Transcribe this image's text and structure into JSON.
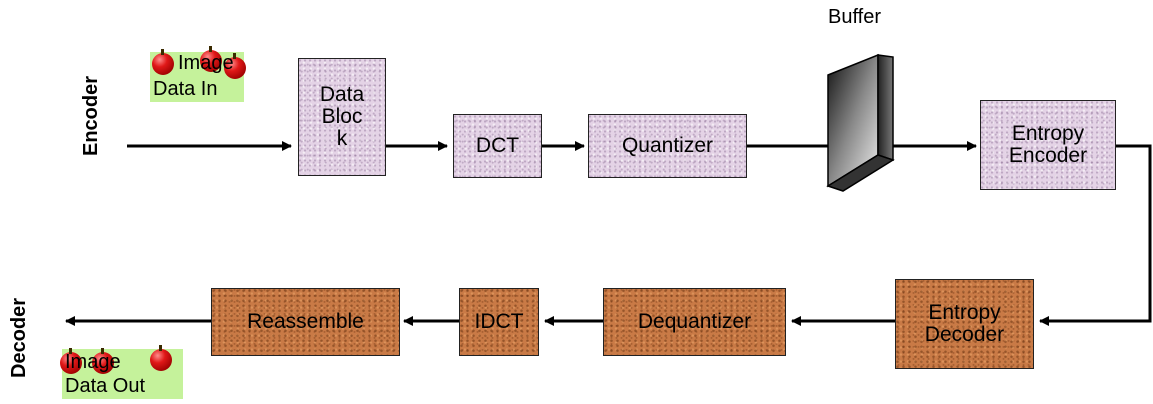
{
  "encoder": {
    "label": "Encoder",
    "input_label_line1": "Image",
    "input_label_line2": "Data In",
    "blocks": {
      "data_block": [
        "Data",
        "Bloc",
        "k"
      ],
      "dct": "DCT",
      "quantizer": "Quantizer",
      "buffer": "Buffer",
      "entropy_encoder": [
        "Entropy",
        "Encoder"
      ]
    }
  },
  "decoder": {
    "label": "Decoder",
    "output_label_line1": "Image",
    "output_label_line2": "Data Out",
    "blocks": {
      "entropy_decoder": [
        "Entropy",
        "Decoder"
      ],
      "dequantizer": "Dequantizer",
      "idct": "IDCT",
      "reassemble": "Reassemble"
    }
  }
}
